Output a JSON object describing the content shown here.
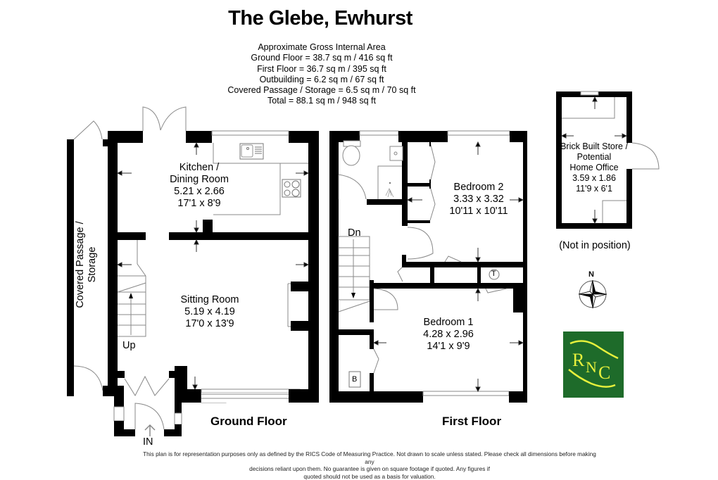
{
  "header": {
    "title": "The Glebe, Ewhurst",
    "area_heading": "Approximate Gross Internal Area",
    "areas": [
      "Ground Floor = 38.7 sq m / 416 sq ft",
      "First Floor = 36.7 sq m / 395 sq ft",
      "Outbuilding = 6.2 sq m / 67 sq ft",
      "Covered Passage / Storage = 6.5 sq m / 70 sq ft",
      "Total = 88.1 sq m / 948 sq ft"
    ]
  },
  "ground_floor": {
    "label": "Ground Floor",
    "rooms": {
      "kitchen": {
        "name1": "Kitchen /",
        "name2": "Dining Room",
        "metric": "5.21 x 2.66",
        "imperial": "17'1 x 8'9"
      },
      "sitting": {
        "name": "Sitting Room",
        "metric": "5.19 x 4.19",
        "imperial": "17'0 x 13'9"
      },
      "passage": {
        "name1": "Covered Passage /",
        "name2": "Storage"
      }
    },
    "stairs_label": "Up",
    "entrance_label": "IN"
  },
  "first_floor": {
    "label": "First Floor",
    "rooms": {
      "bedroom2": {
        "name": "Bedroom 2",
        "metric": "3.33 x 3.32",
        "imperial": "10'11 x 10'11"
      },
      "bedroom1": {
        "name": "Bedroom 1",
        "metric": "4.28 x 2.96",
        "imperial": "14'1 x 9'9"
      }
    },
    "stairs_label": "Dn",
    "tank_label": "T",
    "boiler_label": "B"
  },
  "outbuilding": {
    "name1": "Brick Built Store /",
    "name2": "Potential",
    "name3": "Home Office",
    "metric": "3.59 x 1.86",
    "imperial": "11'9 x 6'1",
    "note": "(Not in position)"
  },
  "compass": {
    "north_label": "N"
  },
  "logo": {
    "letters": [
      "R",
      "N",
      "C"
    ],
    "bg_color": "#1e6b2a",
    "fg_color": "#e6f03c"
  },
  "disclaimer": {
    "line1": "This plan is for representation purposes only as defined by the RICS Code of Measuring Practice. Not drawn to scale unless stated. Please check all dimensions before making any",
    "line2": "decisions reliant upon them. No guarantee is given on square footage if quoted. Any figures if",
    "line3": "quoted should not be used as a basis for valuation."
  }
}
